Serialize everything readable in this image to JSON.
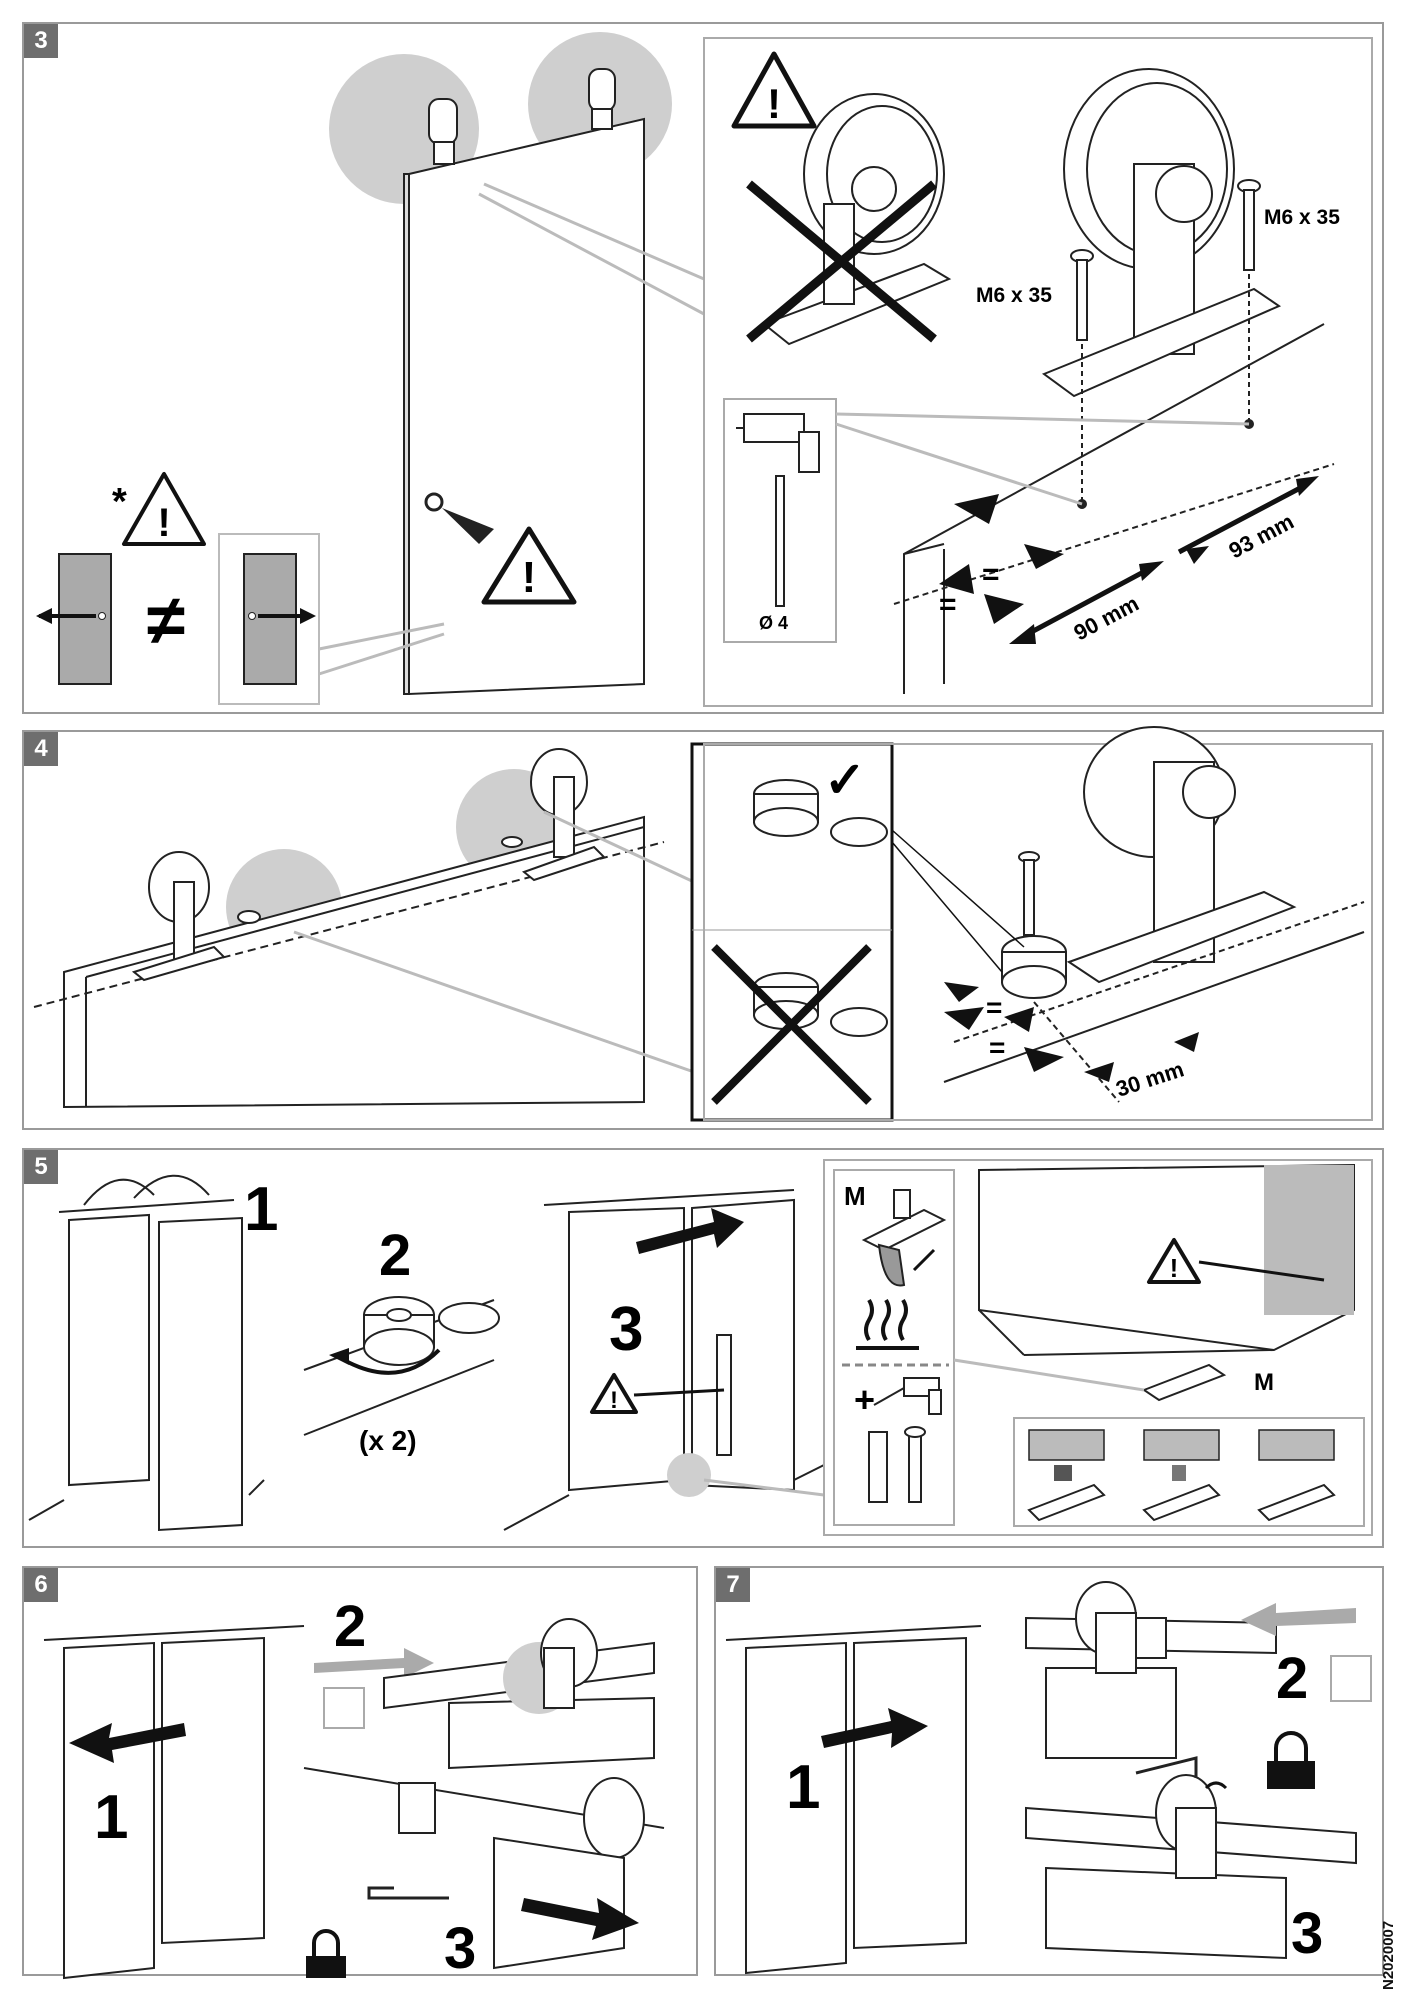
{
  "steps": [
    {
      "number": "3"
    },
    {
      "number": "4"
    },
    {
      "number": "5"
    },
    {
      "number": "6"
    },
    {
      "number": "7"
    }
  ],
  "step3": {
    "screw_left": "M6 x 35",
    "screw_right": "M6 x 35",
    "dim_left": "90 mm",
    "dim_right": "93 mm",
    "drill": "Ø 4",
    "equal_a": "=",
    "equal_b": "=",
    "star": "*",
    "not_equal": "≠"
  },
  "step4": {
    "dim": "30 mm",
    "equal_a": "=",
    "equal_b": "=",
    "check": "✓"
  },
  "step5": {
    "sub1": "1",
    "sub2": "2",
    "sub3": "3",
    "times": "(x 2)",
    "m_top": "M",
    "m_part": "M",
    "plus": "+"
  },
  "step6": {
    "sub1": "1",
    "sub2": "2",
    "sub3": "3"
  },
  "step7": {
    "sub1": "1",
    "sub2": "2",
    "sub3": "3"
  },
  "document_code": "N2020007",
  "colors": {
    "frame": "#9a9a9a",
    "badge": "#6e6e6e",
    "highlight": "#cfcfcf",
    "arrow": "#a8a8a8"
  }
}
